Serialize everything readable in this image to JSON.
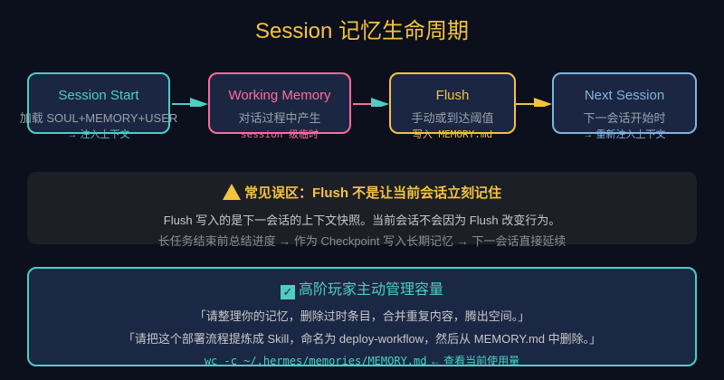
{
  "title": "Session 记忆生命周期",
  "stages": [
    {
      "name": "Session Start",
      "desc": "加载 SOUL+MEMORY+USER",
      "note": "→ 注入上下文",
      "color": "#4ecdc4"
    },
    {
      "name": "Working Memory",
      "desc": "对话过程中产生",
      "note": "session 级临时",
      "color": "#ff6b9d"
    },
    {
      "name": "Flush",
      "desc": "手动或到达阈值",
      "note": "写入 MEMORY.md",
      "color": "#f5c242"
    },
    {
      "name": "Next Session",
      "desc": "下一会话开始时",
      "note": "→ 重新注入上下文",
      "color": "#7fb5e0"
    }
  ],
  "warning": {
    "icon": "warning-icon",
    "title": "常见误区：Flush 不是让当前会话立刻记住",
    "line1": "Flush 写入的是下一会话的上下文快照。当前会话不会因为 Flush 改变行为。",
    "line2": "长任务结束前总结进度 → 作为 Checkpoint 写入长期记忆 → 下一会话直接延续"
  },
  "tip": {
    "check": "✓",
    "title": "高阶玩家主动管理容量",
    "line1": "「请整理你的记忆，删除过时条目，合并重复内容，腾出空间。」",
    "line2": "「请把这个部署流程提炼成 Skill，命名为 deploy-workflow，然后从 MEMORY.md 中删除。」",
    "command": "wc -c ~/.hermes/memories/MEMORY.md",
    "command_note": "← 查看当前使用量"
  }
}
